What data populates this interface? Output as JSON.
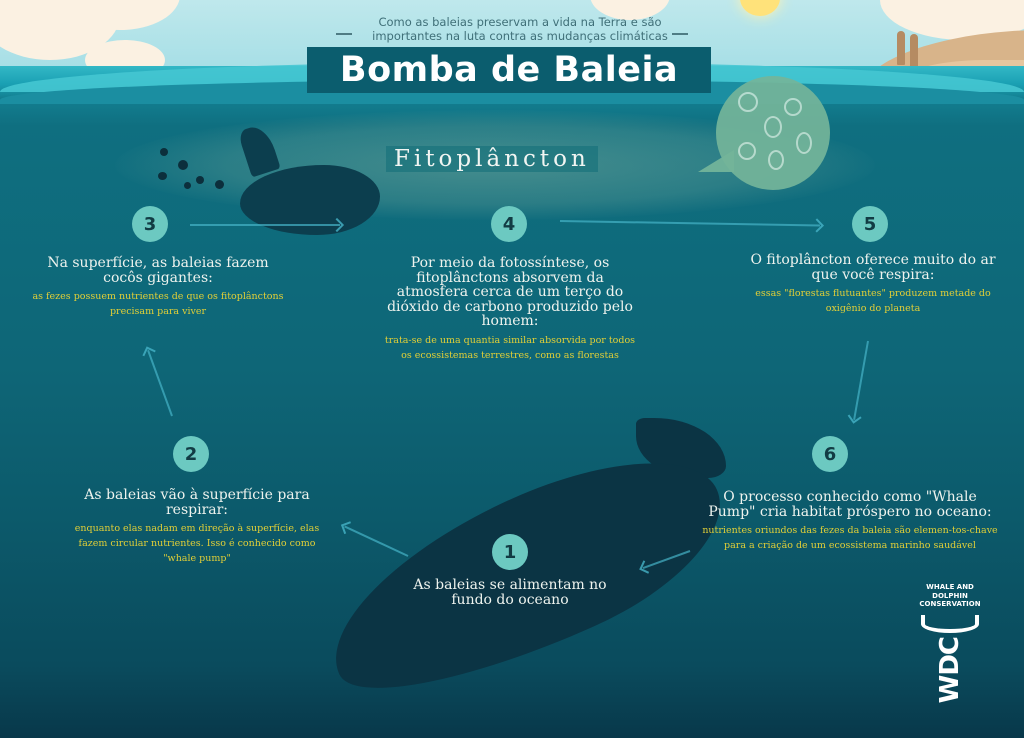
{
  "header": {
    "subtitle_line1": "Como as baleias preservam a vida na Terra e são",
    "subtitle_line2": "importantes na luta contra as mudanças climáticas",
    "title": "Bomba de Baleia"
  },
  "phytoplankton_label": "Fitoplâncton",
  "steps": [
    {
      "number": "1",
      "heading": "As baleias se alimentam no fundo do oceano",
      "detail": ""
    },
    {
      "number": "2",
      "heading": "As baleias vão à superfície para respirar:",
      "detail": "enquanto elas nadam em direção à superfície, elas fazem circular nutrientes. Isso é conhecido como \"whale pump\""
    },
    {
      "number": "3",
      "heading": "Na superfície, as baleias fazem cocôs gigantes:",
      "detail": "as fezes possuem nutrientes de que os fitoplânctons precisam para viver"
    },
    {
      "number": "4",
      "heading": "Por meio da fotossíntese, os fitoplânctons absorvem da atmosfera cerca de um terço do dióxido de carbono produzido pelo homem:",
      "detail": "trata-se de uma quantia similar absorvida por todos os ecossistemas terrestres, como as florestas"
    },
    {
      "number": "5",
      "heading": "O fitoplâncton oferece muito do ar que você respira:",
      "detail": "essas \"florestas flutuantes\" produzem metade do oxigênio do planeta"
    },
    {
      "number": "6",
      "heading": "O processo conhecido como \"Whale Pump\" cria habitat próspero no oceano:",
      "detail": "nutrientes oriundos das fezes da baleia são elemen-tos-chave para a criação de um ecossistema marinho saudável"
    }
  ],
  "logo": {
    "line1": "WHALE AND",
    "line2": "DOLPHIN",
    "line3": "CONSERVATION",
    "mark": "WDC"
  },
  "colors": {
    "title_bg": "#0b5d6e",
    "step_circle": "#6cc9c1",
    "detail_text": "#e1cf37",
    "heading_text": "#eef3ee"
  }
}
